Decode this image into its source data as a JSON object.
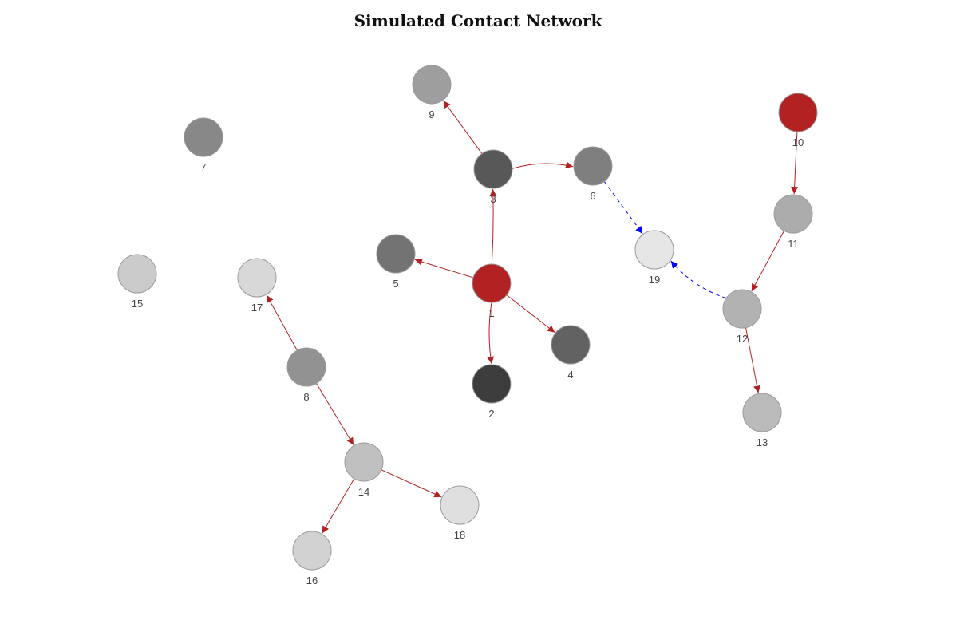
{
  "title": "Simulated Contact Network",
  "colors": {
    "infected": "#b22222",
    "edge_solid": "#b22222",
    "edge_dashed": "#0000ff",
    "node_stroke": "#9a9a9a"
  },
  "nodes": [
    {
      "id": "1",
      "label": "1",
      "color": "#b22222"
    },
    {
      "id": "2",
      "label": "2",
      "color": "#3c3c3c"
    },
    {
      "id": "3",
      "label": "3",
      "color": "#585858"
    },
    {
      "id": "4",
      "label": "4",
      "color": "#626262"
    },
    {
      "id": "5",
      "label": "5",
      "color": "#737373"
    },
    {
      "id": "6",
      "label": "6",
      "color": "#7f7f7f"
    },
    {
      "id": "7",
      "label": "7",
      "color": "#888888"
    },
    {
      "id": "8",
      "label": "8",
      "color": "#929292"
    },
    {
      "id": "9",
      "label": "9",
      "color": "#9e9e9e"
    },
    {
      "id": "10",
      "label": "10",
      "color": "#b22222"
    },
    {
      "id": "11",
      "label": "11",
      "color": "#acacac"
    },
    {
      "id": "12",
      "label": "12",
      "color": "#b2b2b2"
    },
    {
      "id": "13",
      "label": "13",
      "color": "#bababa"
    },
    {
      "id": "14",
      "label": "14",
      "color": "#c0c0c0"
    },
    {
      "id": "15",
      "label": "15",
      "color": "#cbcbcb"
    },
    {
      "id": "16",
      "label": "16",
      "color": "#d2d2d2"
    },
    {
      "id": "17",
      "label": "17",
      "color": "#d8d8d8"
    },
    {
      "id": "18",
      "label": "18",
      "color": "#dfdfdf"
    },
    {
      "id": "19",
      "label": "19",
      "color": "#e6e6e6"
    }
  ],
  "edges": [
    {
      "source": "1",
      "target": "3",
      "style": "solid"
    },
    {
      "source": "1",
      "target": "5",
      "style": "solid"
    },
    {
      "source": "1",
      "target": "4",
      "style": "solid"
    },
    {
      "source": "1",
      "target": "2",
      "style": "solid"
    },
    {
      "source": "3",
      "target": "9",
      "style": "solid"
    },
    {
      "source": "3",
      "target": "6",
      "style": "solid"
    },
    {
      "source": "6",
      "target": "19",
      "style": "dashed"
    },
    {
      "source": "10",
      "target": "11",
      "style": "solid"
    },
    {
      "source": "11",
      "target": "12",
      "style": "solid"
    },
    {
      "source": "12",
      "target": "13",
      "style": "solid"
    },
    {
      "source": "12",
      "target": "19",
      "style": "dashed"
    },
    {
      "source": "8",
      "target": "17",
      "style": "solid"
    },
    {
      "source": "8",
      "target": "14",
      "style": "solid"
    },
    {
      "source": "14",
      "target": "16",
      "style": "solid"
    },
    {
      "source": "14",
      "target": "18",
      "style": "solid"
    }
  ]
}
